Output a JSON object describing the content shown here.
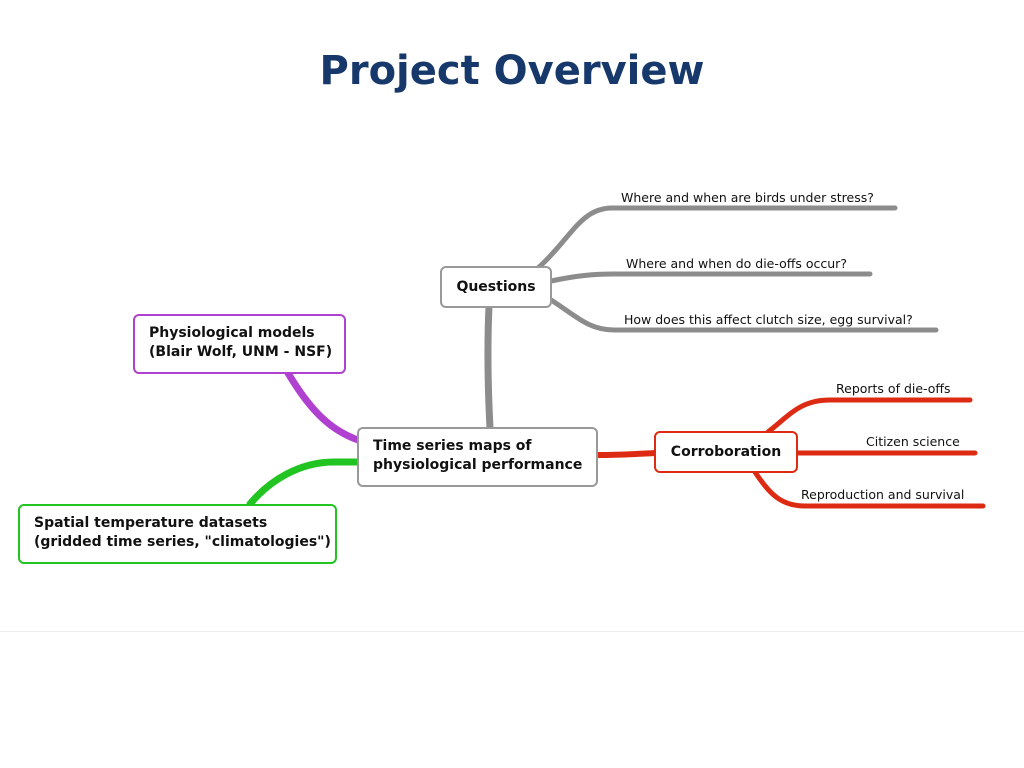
{
  "title": "Project Overview",
  "colors": {
    "title": "#16386b",
    "gray": "#8c8c8c",
    "purple": "#b040d0",
    "green": "#22c422",
    "red": "#dd2a12"
  },
  "nodes": {
    "center": [
      "Time series maps of",
      "physiological performance"
    ],
    "questions": "Questions",
    "physiological": [
      "Physiological models",
      "(Blair Wolf, UNM - NSF)"
    ],
    "spatial": [
      "Spatial temperature datasets",
      "(gridded time series, \"climatologies\")"
    ],
    "corroboration": "Corroboration"
  },
  "questions_leaves": [
    "Where and when are birds under stress?",
    "Where and when do die-offs occur?",
    "How does this affect clutch size, egg survival?"
  ],
  "corroboration_leaves": [
    "Reports of die-offs",
    "Citizen science",
    "Reproduction and survival"
  ]
}
